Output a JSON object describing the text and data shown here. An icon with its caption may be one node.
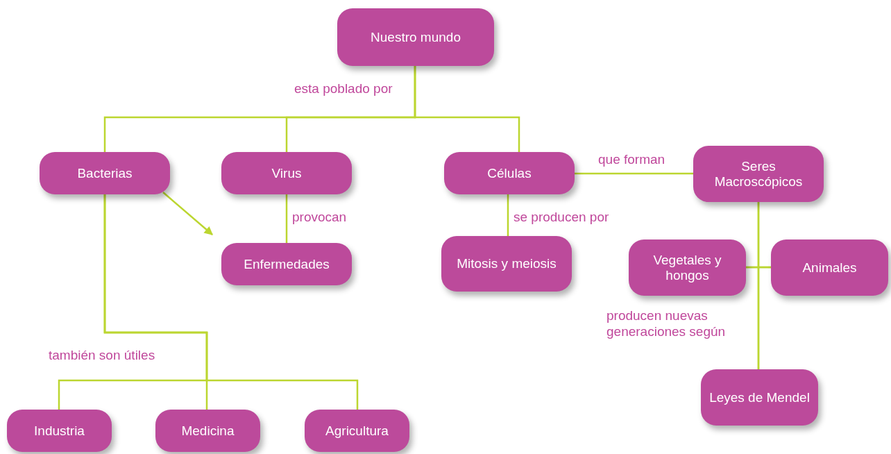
{
  "diagram": {
    "nodes": [
      {
        "text": [
          "Nuestro mundo"
        ]
      },
      {
        "text": [
          "Bacterias"
        ]
      },
      {
        "text": [
          "Virus"
        ]
      },
      {
        "text": [
          "Células"
        ]
      },
      {
        "text": [
          "Seres Macroscópicos"
        ]
      },
      {
        "text": [
          "Enfermedades"
        ]
      },
      {
        "text": [
          "Mitosis y meiosis"
        ]
      },
      {
        "text": [
          "Vegetales y hongos"
        ]
      },
      {
        "text": [
          "Animales"
        ]
      },
      {
        "text": [
          "Leyes de Mendel"
        ]
      },
      {
        "text": [
          "Industria"
        ]
      },
      {
        "text": [
          "Medicina"
        ]
      },
      {
        "text": [
          "Agricultura"
        ]
      }
    ],
    "edges": [
      {
        "from": 0,
        "to": 1,
        "arrow": "none"
      },
      {
        "from": 0,
        "to": 2,
        "arrow": "none",
        "label": "esta poblado por"
      },
      {
        "from": 0,
        "to": 3,
        "arrow": "none"
      },
      {
        "from": 1,
        "to": 5,
        "arrow": "to"
      },
      {
        "from": 2,
        "to": 5,
        "arrow": "none",
        "label": "provocan"
      },
      {
        "from": 3,
        "to": 4,
        "arrow": "none",
        "label": "que forman"
      },
      {
        "from": 3,
        "to": 6,
        "arrow": "none",
        "label": "se producen por"
      },
      {
        "from": 4,
        "to": 7,
        "arrow": "none"
      },
      {
        "from": 4,
        "to": 8,
        "arrow": "none"
      },
      {
        "from": 7,
        "to": 9,
        "arrow": "none",
        "label": "producen nuevas generaciones según"
      },
      {
        "from": 8,
        "to": 9,
        "arrow": "none"
      },
      {
        "from": 1,
        "to": 10,
        "arrow": "none",
        "label": "también son útiles"
      },
      {
        "from": 1,
        "to": 11,
        "arrow": "none"
      },
      {
        "from": 1,
        "to": 12,
        "arrow": "none"
      }
    ]
  }
}
